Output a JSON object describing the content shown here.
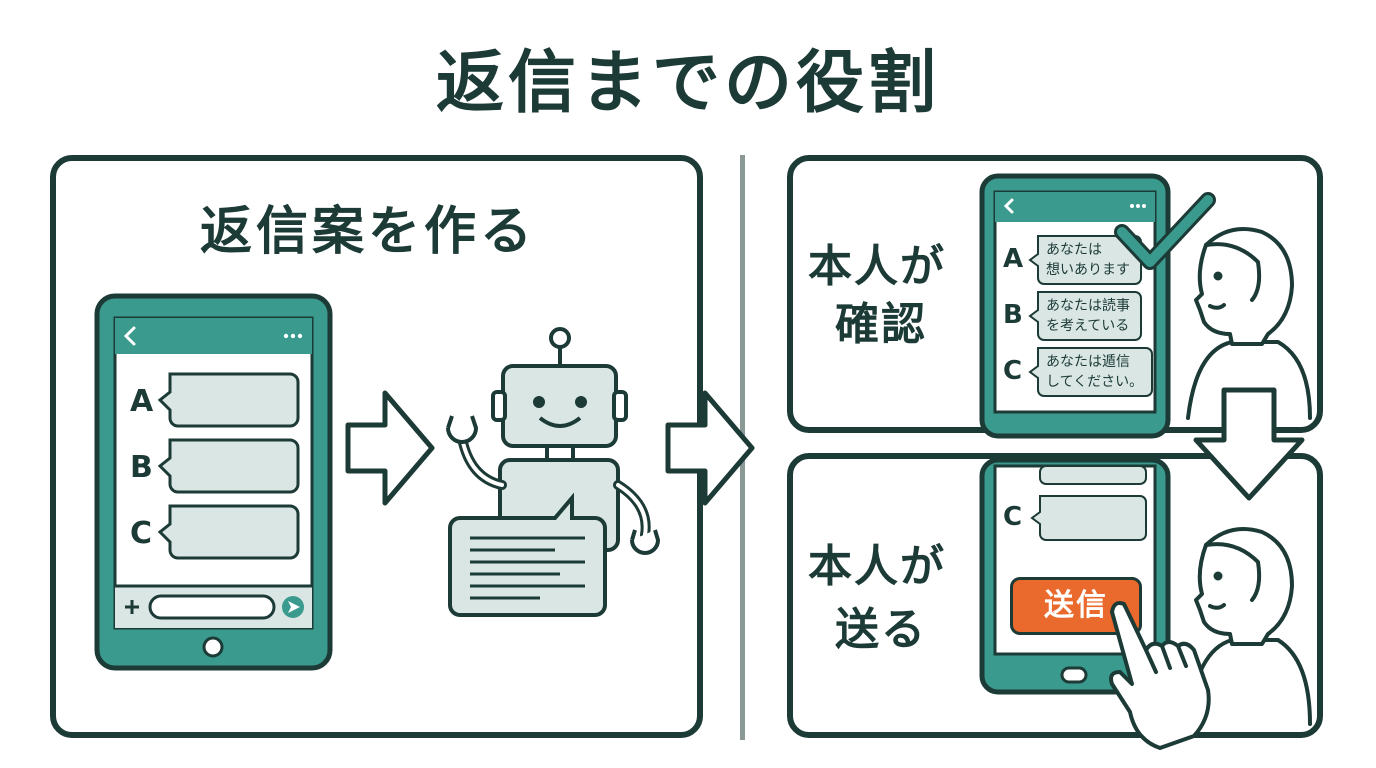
{
  "title": "返信までの役割",
  "left_panel": {
    "heading": "返信案を作る",
    "chat_options": [
      "A",
      "B",
      "C"
    ]
  },
  "check_panel": {
    "heading_line1": "本人が",
    "heading_line2": "確認",
    "options": [
      {
        "letter": "A",
        "line1": "あなたは",
        "line2": "想いあります"
      },
      {
        "letter": "B",
        "line1": "あなたは読事",
        "line2": "を考えている"
      },
      {
        "letter": "C",
        "line1": "あなたは遁信",
        "line2": "してください。"
      }
    ]
  },
  "send_panel": {
    "heading_line1": "本人が",
    "heading_line2": "送る",
    "option_letter": "C",
    "send_label": "送信"
  },
  "colors": {
    "teal": "#3a9a8e",
    "dark": "#1c3a36",
    "bubble": "#d9e6e3",
    "accent": "#e96a2c",
    "screen": "#eaf2f0"
  }
}
